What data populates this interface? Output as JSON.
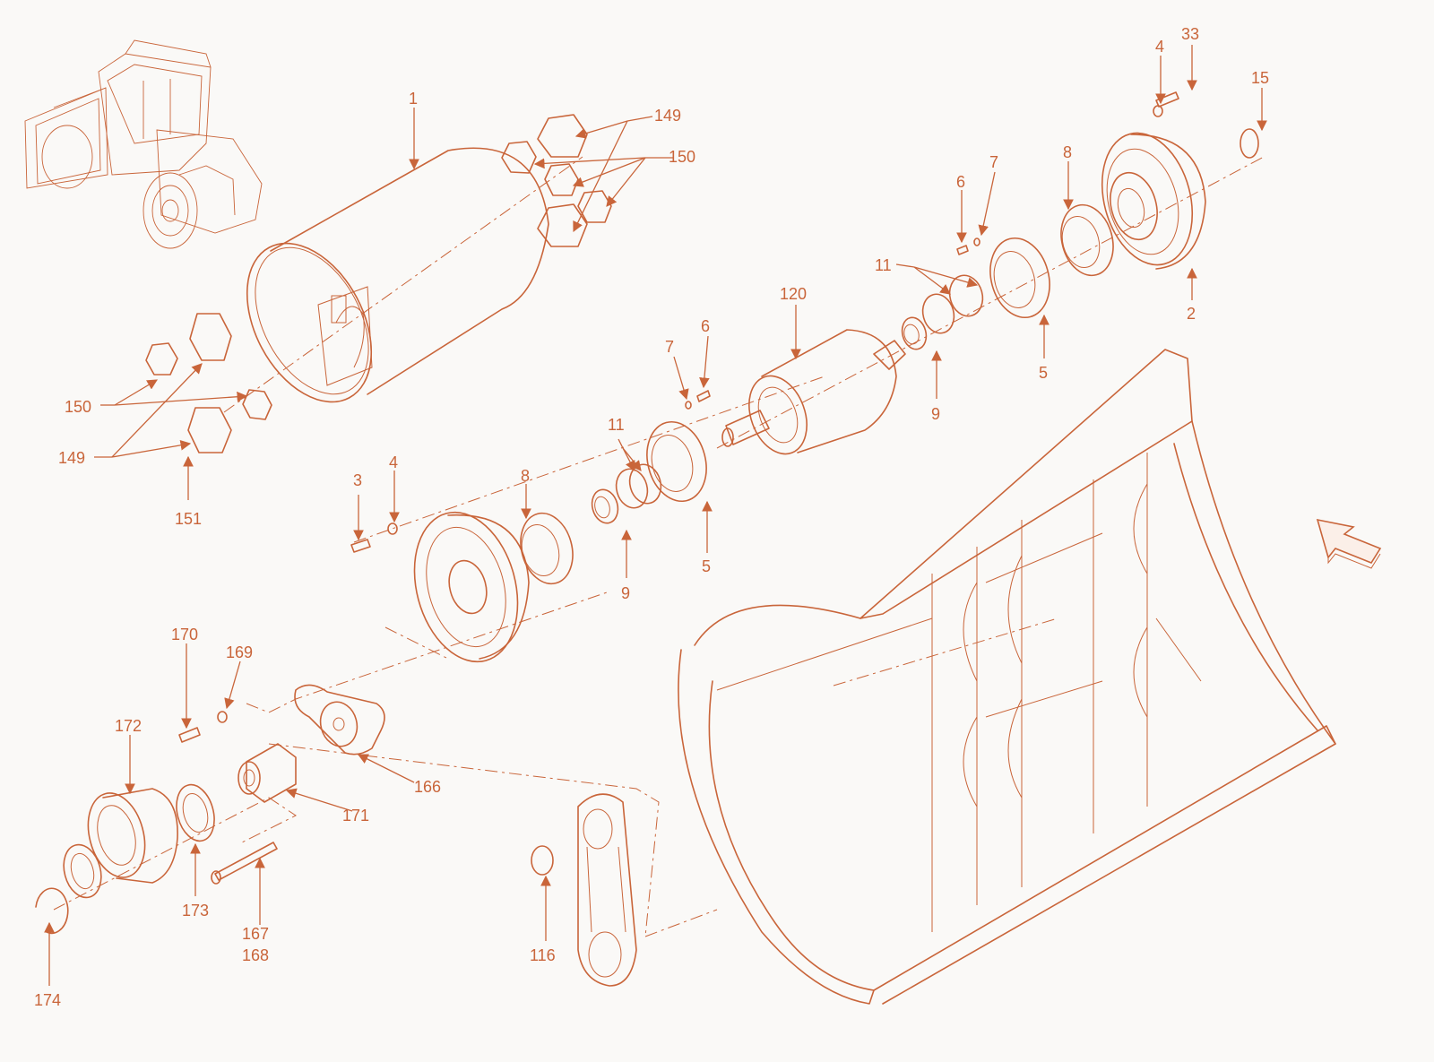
{
  "labels": {
    "l1": "1",
    "l2": "2",
    "l3": "3",
    "l4a": "4",
    "l4b": "4",
    "l5a": "5",
    "l5b": "5",
    "l6a": "6",
    "l6b": "6",
    "l7a": "7",
    "l7b": "7",
    "l8a": "8",
    "l8b": "8",
    "l9a": "9",
    "l9b": "9",
    "l11a": "11",
    "l11b": "11",
    "l15": "15",
    "l33": "33",
    "l116": "116",
    "l120": "120",
    "l149a": "149",
    "l149b": "149",
    "l150a": "150",
    "l150b": "150",
    "l151": "151",
    "l166": "166",
    "l167": "167",
    "l168": "168",
    "l169": "169",
    "l170": "170",
    "l171": "171",
    "l172": "172",
    "l173": "173",
    "l174": "174"
  },
  "colors": {
    "line": "#c9653a",
    "background": "#faf9f7"
  },
  "icons": {
    "view_direction": "arrow-icon",
    "machine": "roller-machine-icon"
  }
}
